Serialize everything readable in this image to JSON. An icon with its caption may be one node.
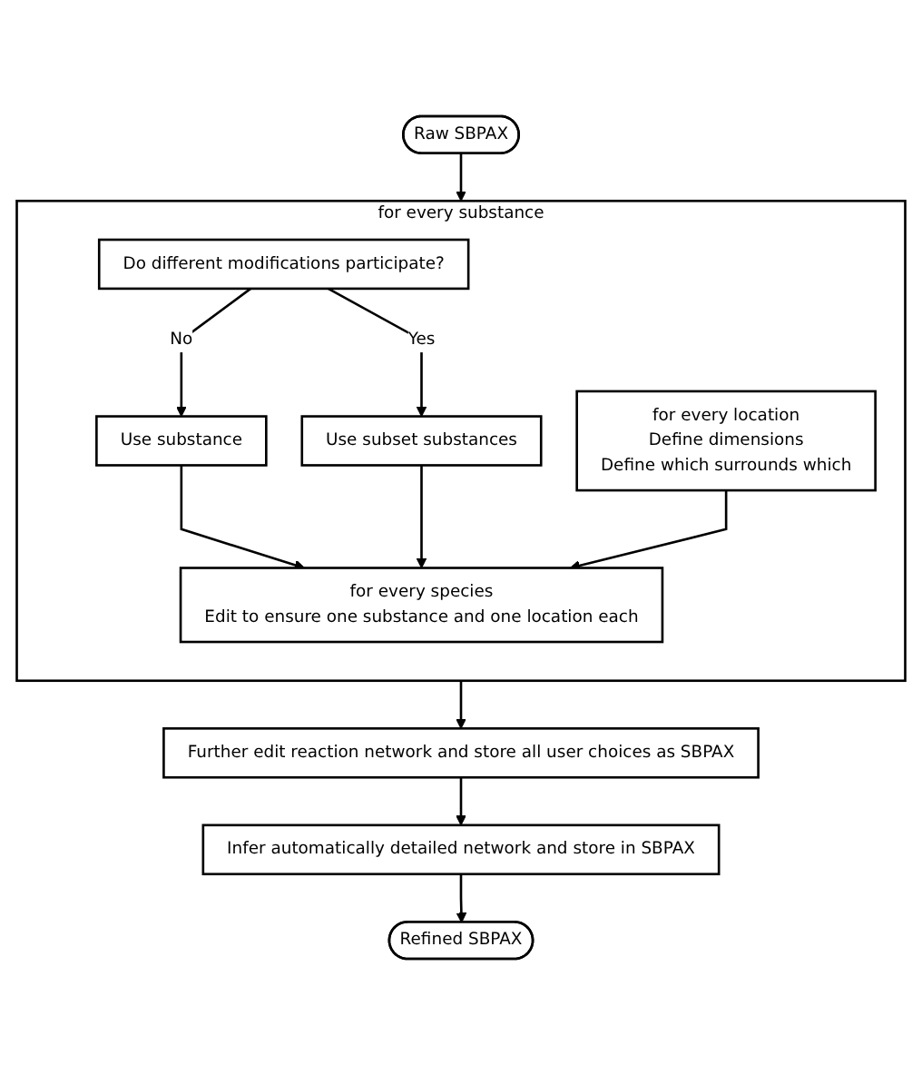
{
  "diagram": {
    "nodes": [
      {
        "text": [
          "Raw SBPAX"
        ]
      },
      {
        "text": [
          "for every substance"
        ]
      },
      {
        "text": [
          "Do different modifications participate?"
        ],
        "in": 1
      },
      {
        "text": [
          "Use substance"
        ],
        "in": 1
      },
      {
        "text": [
          "Use subset substances"
        ],
        "in": 1
      },
      {
        "text": [
          "for every location",
          "Define dimensions",
          "Define which surrounds which"
        ],
        "in": 1
      },
      {
        "text": [
          "for every species",
          "Edit to ensure one substance and one location each"
        ],
        "in": 1
      },
      {
        "text": [
          "Further edit reaction network and store all user choices as SBPAX"
        ]
      },
      {
        "text": [
          "Infer automatically detailed network and store in SBPAX"
        ]
      },
      {
        "text": [
          "Refined SBPAX"
        ]
      }
    ],
    "edges": [
      {
        "from": 0,
        "to": 1,
        "arrow": "to"
      },
      {
        "from": 2,
        "to": 3,
        "arrow": "to",
        "label": "No"
      },
      {
        "from": 2,
        "to": 4,
        "arrow": "to",
        "label": "Yes"
      },
      {
        "from": 3,
        "to": 6,
        "arrow": "to"
      },
      {
        "from": 4,
        "to": 6,
        "arrow": "to"
      },
      {
        "from": 5,
        "to": 6,
        "arrow": "to"
      },
      {
        "from": 1,
        "to": 7,
        "arrow": "to"
      },
      {
        "from": 7,
        "to": 8,
        "arrow": "to"
      },
      {
        "from": 8,
        "to": 9,
        "arrow": "to"
      }
    ]
  }
}
